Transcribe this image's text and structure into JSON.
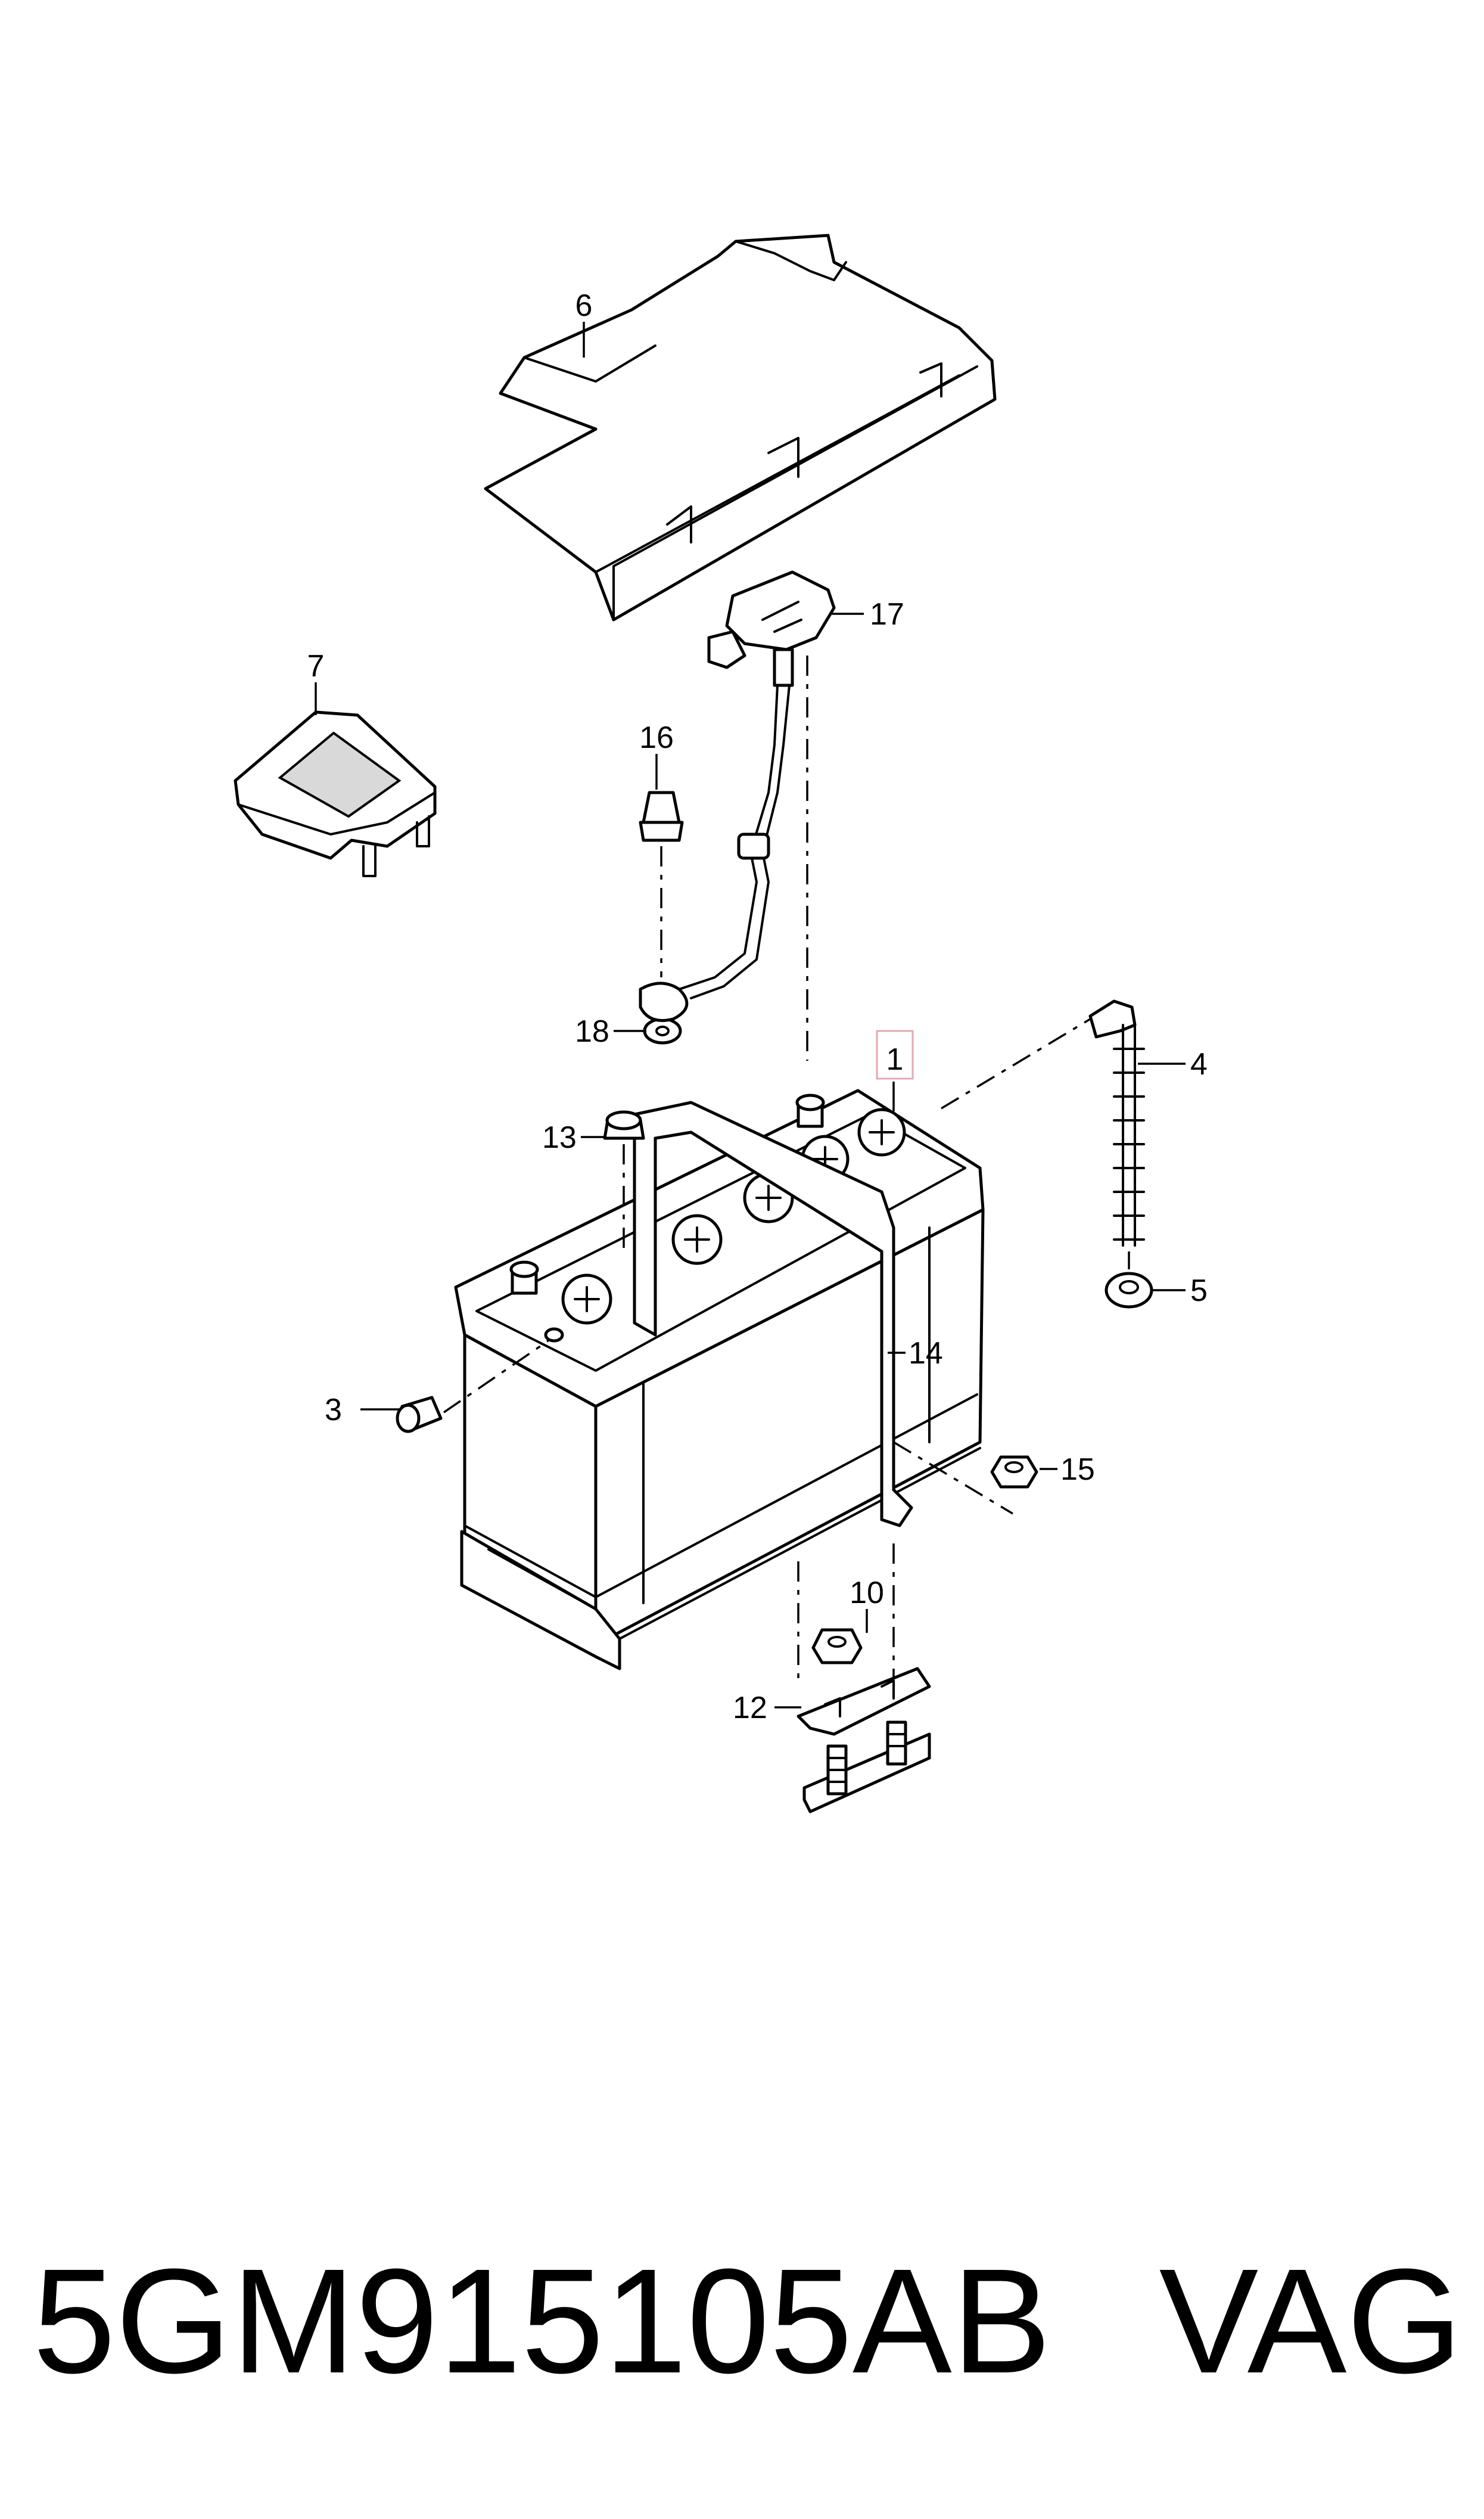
{
  "callouts": {
    "c1": "1",
    "c3": "3",
    "c4": "4",
    "c5": "5",
    "c6": "6",
    "c7": "7",
    "c10": "10",
    "c12": "12",
    "c13": "13",
    "c14": "14",
    "c15": "15",
    "c16": "16",
    "c17": "17",
    "c18": "18"
  },
  "highlight_color": "#e8a7b1",
  "caption": {
    "part_number": "5GM915105AB",
    "brand": "VAG"
  }
}
